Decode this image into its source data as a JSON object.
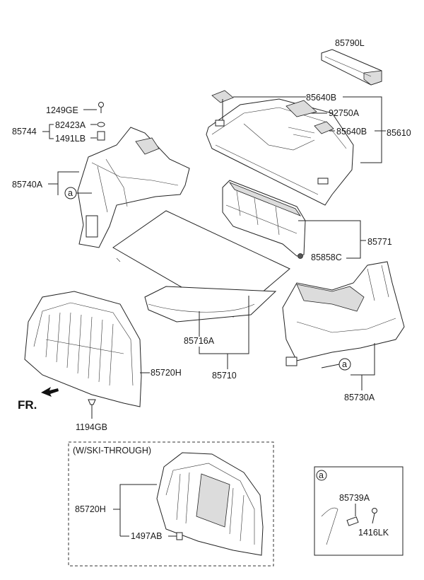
{
  "labels": {
    "p85790L": "85790L",
    "p85640B_top": "85640B",
    "p92750A": "92750A",
    "p85640B_mid": "85640B",
    "p85610": "85610",
    "p1249GE": "1249GE",
    "p82423A": "82423A",
    "p85744": "85744",
    "p1491LB": "1491LB",
    "p85740A": "85740A",
    "p85771": "85771",
    "p85858C": "85858C",
    "p85716A": "85716A",
    "p85710": "85710",
    "p85720H": "85720H",
    "p85730A": "85730A",
    "p1194GB": "1194GB",
    "p85720H_ski": "85720H",
    "p1497AB": "1497AB",
    "p85739A": "85739A",
    "p1416LK": "1416LK"
  },
  "callouts": {
    "a_left": "a",
    "a_right": "a",
    "a_box": "a"
  },
  "direction_label": "FR.",
  "variant_box_title": "(W/SKI-THROUGH)"
}
